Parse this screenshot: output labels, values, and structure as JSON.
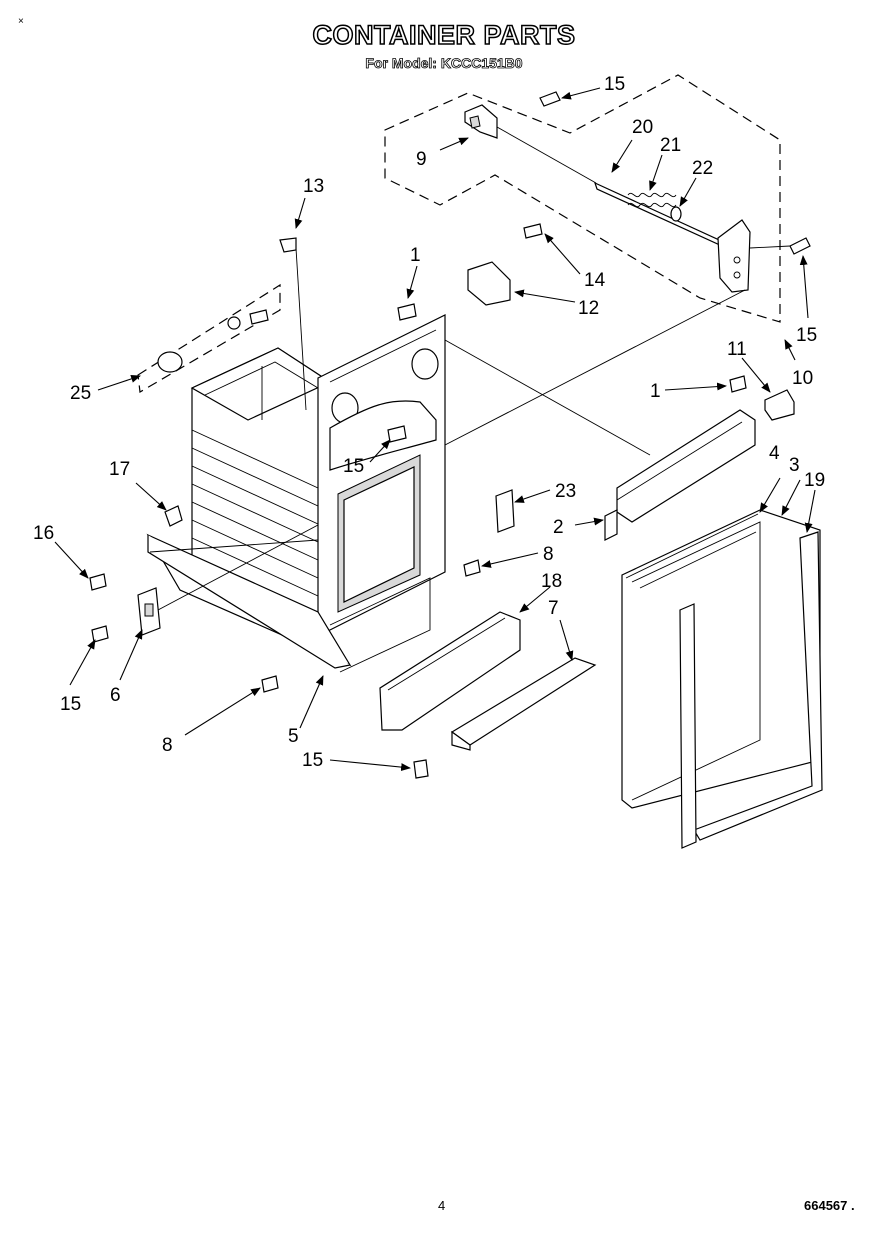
{
  "header": {
    "title": "CONTAINER PARTS",
    "subtitle": "For Model: KCCC151B0"
  },
  "corner_mark": "×",
  "footer": {
    "page_number": "4",
    "document_number": "664567 ."
  },
  "callouts": {
    "c1_top": "1",
    "c1_right": "1",
    "c2": "2",
    "c3": "3",
    "c4": "4",
    "c5": "5",
    "c6": "6",
    "c7": "7",
    "c8_mid": "8",
    "c8_low": "8",
    "c9": "9",
    "c10": "10",
    "c11": "11",
    "c12": "12",
    "c13": "13",
    "c14": "14",
    "c15_top": "15",
    "c15_right": "15",
    "c15_center": "15",
    "c15_left": "15",
    "c15_bottom": "15",
    "c16": "16",
    "c17": "17",
    "c18": "18",
    "c19": "19",
    "c20": "20",
    "c21": "21",
    "c22": "22",
    "c23": "23",
    "c25": "25"
  }
}
